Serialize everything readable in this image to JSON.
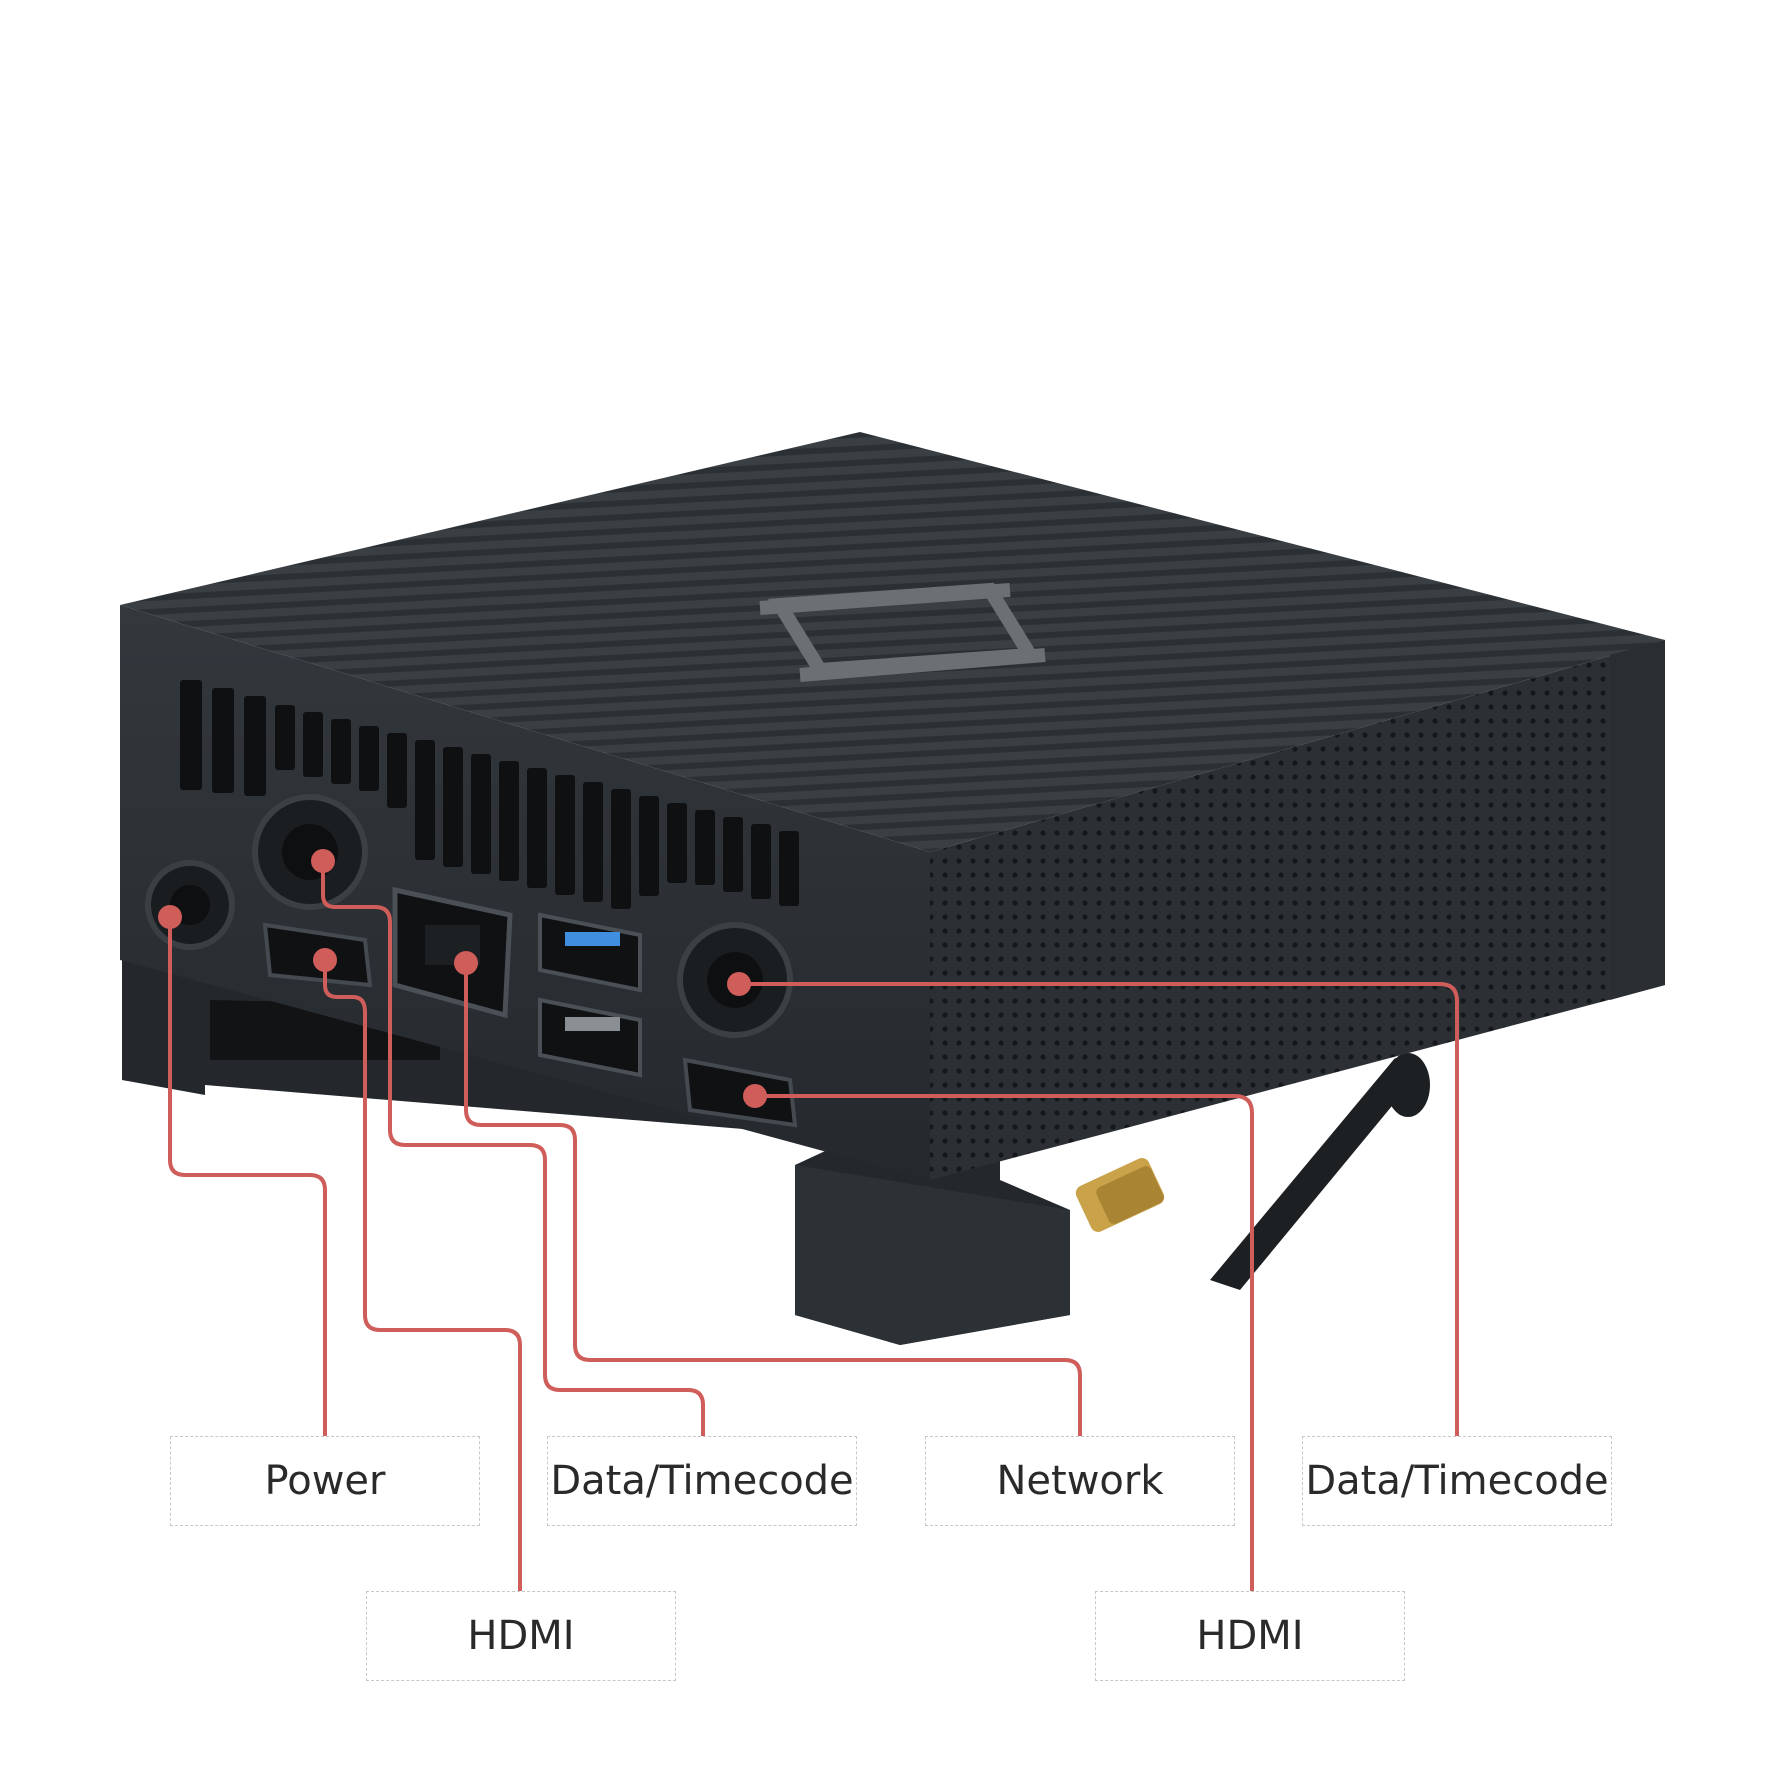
{
  "colors": {
    "callout": "#cf5d59",
    "device_dark": "#262a2e",
    "device_mid": "#30353a",
    "device_top": "#3b4045",
    "usb_blue": "#3f8ee0",
    "antenna_gold": "#c9a24a"
  },
  "labels": {
    "power": "Power",
    "data_timecode_left": "Data/Timecode",
    "network": "Network",
    "data_timecode_right": "Data/Timecode",
    "hdmi_left": "HDMI",
    "hdmi_right": "HDMI"
  }
}
